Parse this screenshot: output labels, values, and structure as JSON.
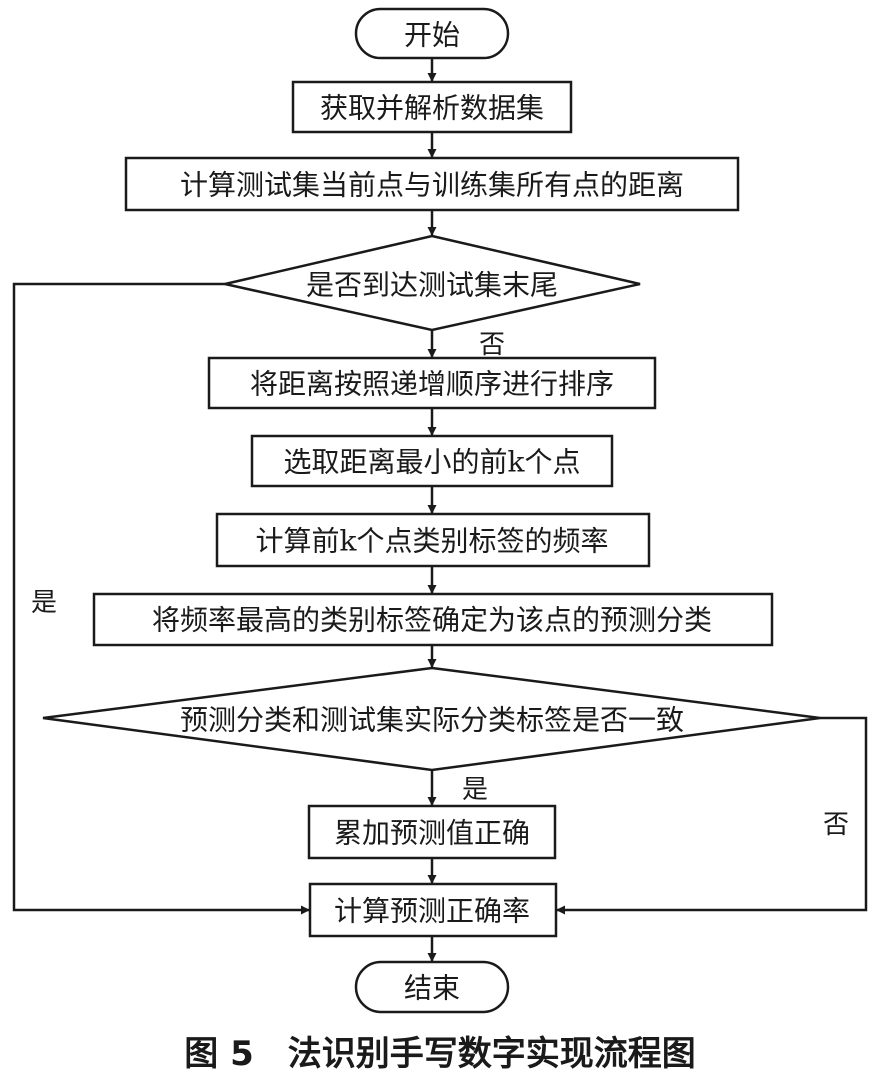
{
  "diagram": {
    "nodes": {
      "start": "开始",
      "load": "获取并解析数据集",
      "distance": "计算测试集当前点与训练集所有点的距离",
      "end_check": "是否到达测试集末尾",
      "sort": "将距离按照递增顺序进行排序",
      "select": "选取距离最小的前k个点",
      "freq": "计算前k个点类别标签的频率",
      "predict": "将频率最高的类别标签确定为该点的预测分类",
      "match_check": "预测分类和测试集实际分类标签是否一致",
      "accumulate": "累加预测值正确",
      "accuracy": "计算预测正确率",
      "end": "结束"
    },
    "edge_labels": {
      "end_check_no": "否",
      "end_check_yes": "是",
      "match_check_yes": "是",
      "match_check_no": "否"
    },
    "colors": {
      "stroke": "#1a1a1a",
      "text": "#1a1a1a",
      "background": "#ffffff"
    }
  },
  "caption": "图 5　法识别手写数字实现流程图"
}
